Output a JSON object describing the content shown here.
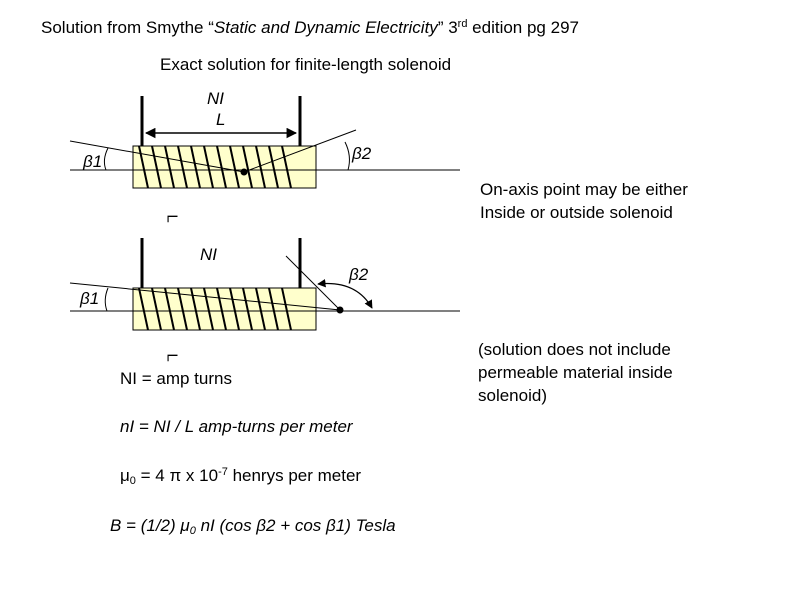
{
  "title": {
    "prefix": "Solution from Smythe “",
    "book": "Static and Dynamic Electricity",
    "mid": "” 3",
    "sup": "rd",
    "suffix": " edition pg 297"
  },
  "subtitle": "Exact solution for finite-length solenoid",
  "diagram1": {
    "ni_label": "NI",
    "length_label": "L",
    "beta1_label": "β1",
    "beta2_label": "β2",
    "rotated_label": "L"
  },
  "diagram2": {
    "ni_label": "NI",
    "beta1_label": "β1",
    "beta2_label": "β2",
    "rotated_label": "L"
  },
  "notes": {
    "onaxis_line1": "On-axis point may be either",
    "onaxis_line2": "Inside or outside solenoid",
    "perm_line1": "(solution does not include",
    "perm_line2": "permeable material inside",
    "perm_line3": "solenoid)"
  },
  "equations": {
    "ni": "NI = amp turns",
    "n_def": "nI = NI / L  amp-turns per meter",
    "mu_prefix": "μ",
    "mu_sub": "0",
    "mu_mid": " = 4 π x 10",
    "mu_exp": "-7",
    "mu_suffix": " henrys per meter",
    "b_prefix": "B = (1/2) μ",
    "b_sub": "0",
    "b_suffix": " nI (cos β2 + cos β1)   Tesla"
  },
  "colors": {
    "coil_fill": "#ffffcc",
    "ink": "#000000"
  }
}
